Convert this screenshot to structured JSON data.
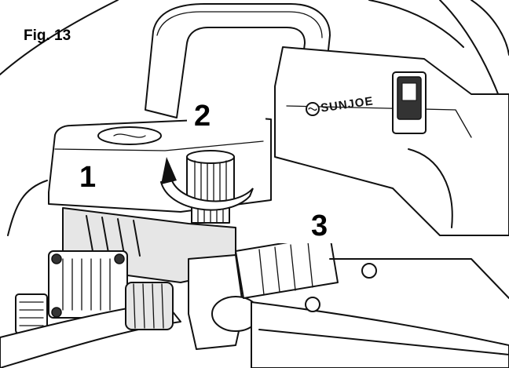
{
  "figure": {
    "title": "Fig. 13",
    "brand": "SUNJOE",
    "callouts": [
      "1",
      "2",
      "3"
    ]
  },
  "colors": {
    "background": "#ffffff",
    "line": "#111111",
    "shade": "#e6e6e6"
  }
}
